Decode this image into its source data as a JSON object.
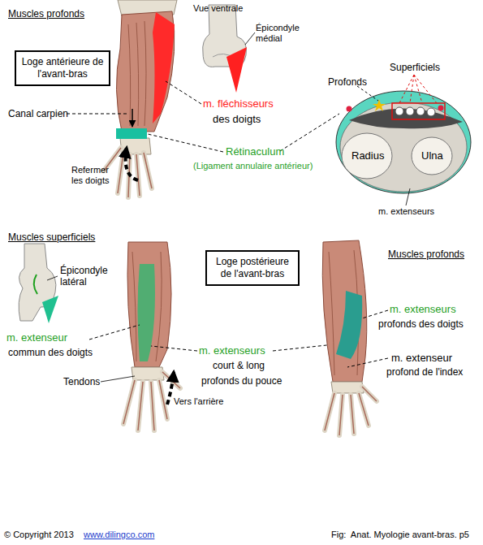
{
  "diagram": {
    "caption": "Fig:  Anat. Myologie avant-bras. p5",
    "nodes": [
      {
        "text": [
          "Loge antérieure de l'avant-bras"
        ]
      },
      {
        "text": [
          "Loge postérieure de l'avant-bras"
        ]
      }
    ],
    "labels": [
      "Muscles profonds",
      "Vue ventrale",
      "Épicondyle médial",
      "Canal carpien",
      "m. fléchisseurs",
      "des doigts",
      "Refermer les doigts",
      "Rétinaculum",
      "(Ligament annulaire antérieur)",
      "Superficiels",
      "Profonds",
      "Radius",
      "Ulna",
      "m. extenseurs",
      "Muscles superficiels",
      "Épicondyle latéral",
      "m. extenseur",
      "commun des doigts",
      "m. extenseurs",
      "court & long",
      "profonds du pouce",
      "Tendons",
      "Vers l'arrière",
      "Muscles profonds",
      "m. extenseurs",
      "profonds des doigts",
      "m. extenseur",
      "profond de l'index",
      "© Copyright 2013",
      "www.dilingco.com"
    ]
  }
}
